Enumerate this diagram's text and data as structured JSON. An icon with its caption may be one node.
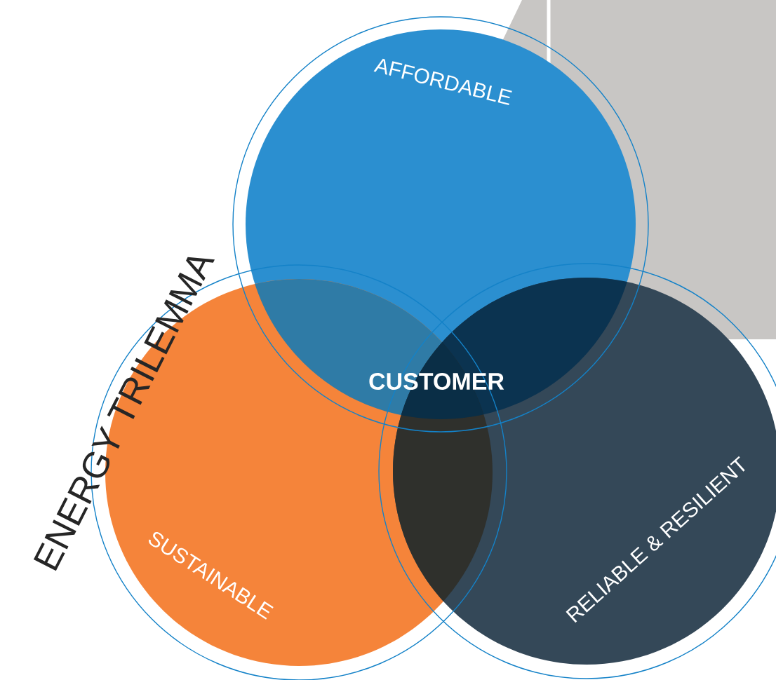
{
  "diagram": {
    "title": "ENERGY TRILEMMA",
    "nodes": [
      {
        "text": [
          "AFFORDABLE"
        ]
      },
      {
        "text": [
          "SUSTAINABLE"
        ]
      },
      {
        "text": [
          "RELIABLE & RESILIENT"
        ]
      }
    ],
    "labels": [
      "CUSTOMER"
    ]
  }
}
